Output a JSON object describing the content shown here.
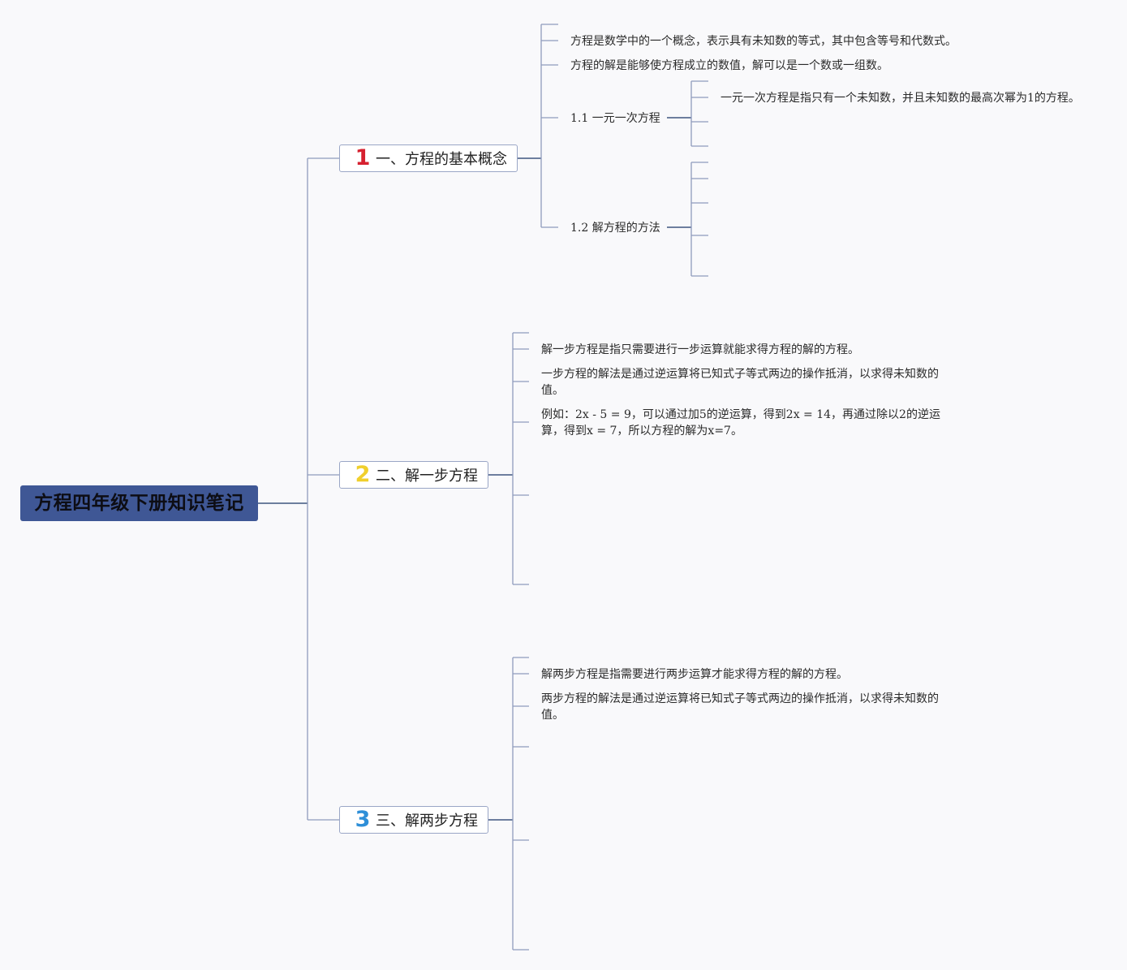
{
  "root": {
    "title": "方程四年级下册知识笔记"
  },
  "branches": [
    {
      "number": "1",
      "label": "一、方程的基本概念",
      "notes": [
        "方程是数学中的一个概念，表示具有未知数的等式，其中包含等号和代数式。",
        "方程的解是能够使方程成立的数值，解可以是一个数或一组数。"
      ],
      "subtopics": [
        {
          "label": "1.1 一元一次方程",
          "notes": [
            "一元一次方程是指只有一个未知数，并且未知数的最高次幂为1的方程。"
          ]
        },
        {
          "label": "1.2 解方程的方法",
          "notes": []
        }
      ]
    },
    {
      "number": "2",
      "label": "二、解一步方程",
      "notes": [
        "解一步方程是指只需要进行一步运算就能求得方程的解的方程。",
        "一步方程的解法是通过逆运算将已知式子等式两边的操作抵消，以求得未知数的值。",
        "例如：2x - 5 = 9，可以通过加5的逆运算，得到2x = 14，再通过除以2的逆运算，得到x = 7，所以方程的解为x=7。"
      ]
    },
    {
      "number": "3",
      "label": "三、解两步方程",
      "notes": [
        "解两步方程是指需要进行两步运算才能求得方程的解的方程。",
        "两步方程的解法是通过逆运算将已知式子等式两边的操作抵消，以求得未知数的值。"
      ]
    }
  ],
  "colors": {
    "line": "#8f9bbd",
    "line_dark": "#3f5580",
    "root_fill": "#3f5795"
  }
}
